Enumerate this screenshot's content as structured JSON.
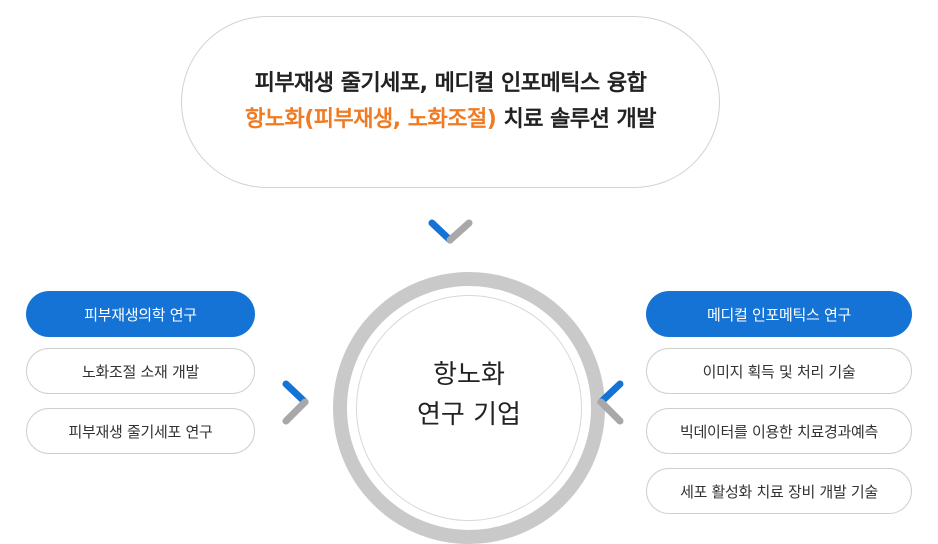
{
  "headline": {
    "line1": "피부재생 줄기세포, 메디컬 인포메틱스 융합",
    "line2_highlight": "항노화(피부재생, 노화조절)",
    "line2_rest": " 치료 솔루션 개발"
  },
  "center": {
    "line1": "항노화",
    "line2": "연구 기업"
  },
  "left": {
    "title": "피부재생의학 연구",
    "items": [
      "노화조절 소재 개발",
      "피부재생 줄기세포 연구"
    ]
  },
  "right": {
    "title": "메디컬 인포메틱스 연구",
    "items": [
      "이미지 획득 및 처리 기술",
      "빅데이터를 이용한 치료경과예측",
      "세포 활성화 치료 장비 개발 기술"
    ]
  },
  "colors": {
    "blue": "#1473d4",
    "orange": "#f07b22",
    "gray_ring": "#c9c9c9",
    "chevron_gray": "#a8a8a8"
  }
}
